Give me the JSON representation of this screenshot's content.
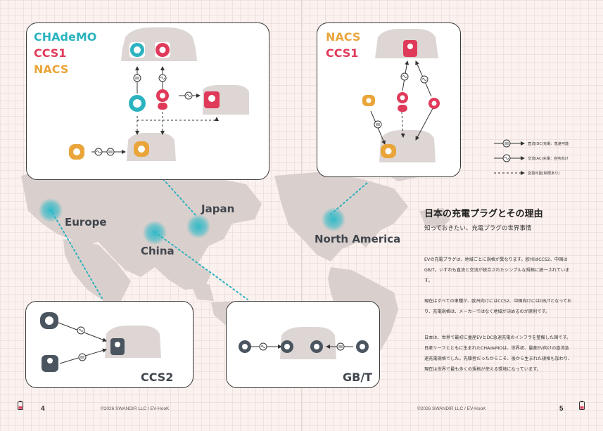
{
  "left_page": {
    "panel_japan": {
      "labels": [
        "CHAdeMO",
        "CCS1",
        "NACS"
      ]
    },
    "panel_europe": {
      "label": "CCS2"
    },
    "panel_china": {
      "label": "GB/T"
    },
    "regions": {
      "europe": "Europe",
      "china": "China",
      "japan": "Japan"
    },
    "footer": "©2026 SWANDIR LLC / EV-HooK",
    "page_number": "4"
  },
  "right_page": {
    "panel_na": {
      "labels": [
        "NACS",
        "CCS1"
      ]
    },
    "regions": {
      "north_america": "North America"
    },
    "legend": [
      {
        "label": "直流(DC)充電：急速可能"
      },
      {
        "label": "交流(AC)充電：自宅向け"
      },
      {
        "label": "変換可能(制限あり)"
      }
    ],
    "title": "日本の充電プラグとその理由",
    "subtitle": "知っておきたい、充電プラグの世界事情",
    "paragraphs": [
      "EVの充電プラグは、地域ごとに規格が異なります。欧州はCCS2、中国はGB/T。いずれも直流と交流が統合されたシンプルな規格に統一されています。",
      "現在はすべての車種が、欧州向けにはCCS2、中国向けにはGB/Tとなっており、充電規格は、メーカーではなく地域が決めるのが原則です。",
      "日本は、世界で最初に量産EVとDC急速充電のインフラを整備した国です。日産リーフとともに生まれたCHAdeMOは、世界初、量産EV向けの直流急速充電規格でした。先駆者だったからこそ、後から生まれた規格も加わり、現在は世界で最も多くの規格が使える環境になっています。"
    ],
    "footer": "©2026 SWANDIR LLC / EV-HooK",
    "page_number": "5"
  },
  "colors": {
    "chademo": "#2bb3c0",
    "ccs1": "#e03a5a",
    "nacs": "#eaa53a",
    "car": "#ddd6d4",
    "map": "#d9cfcc",
    "dark_plug": "#4a5560"
  }
}
